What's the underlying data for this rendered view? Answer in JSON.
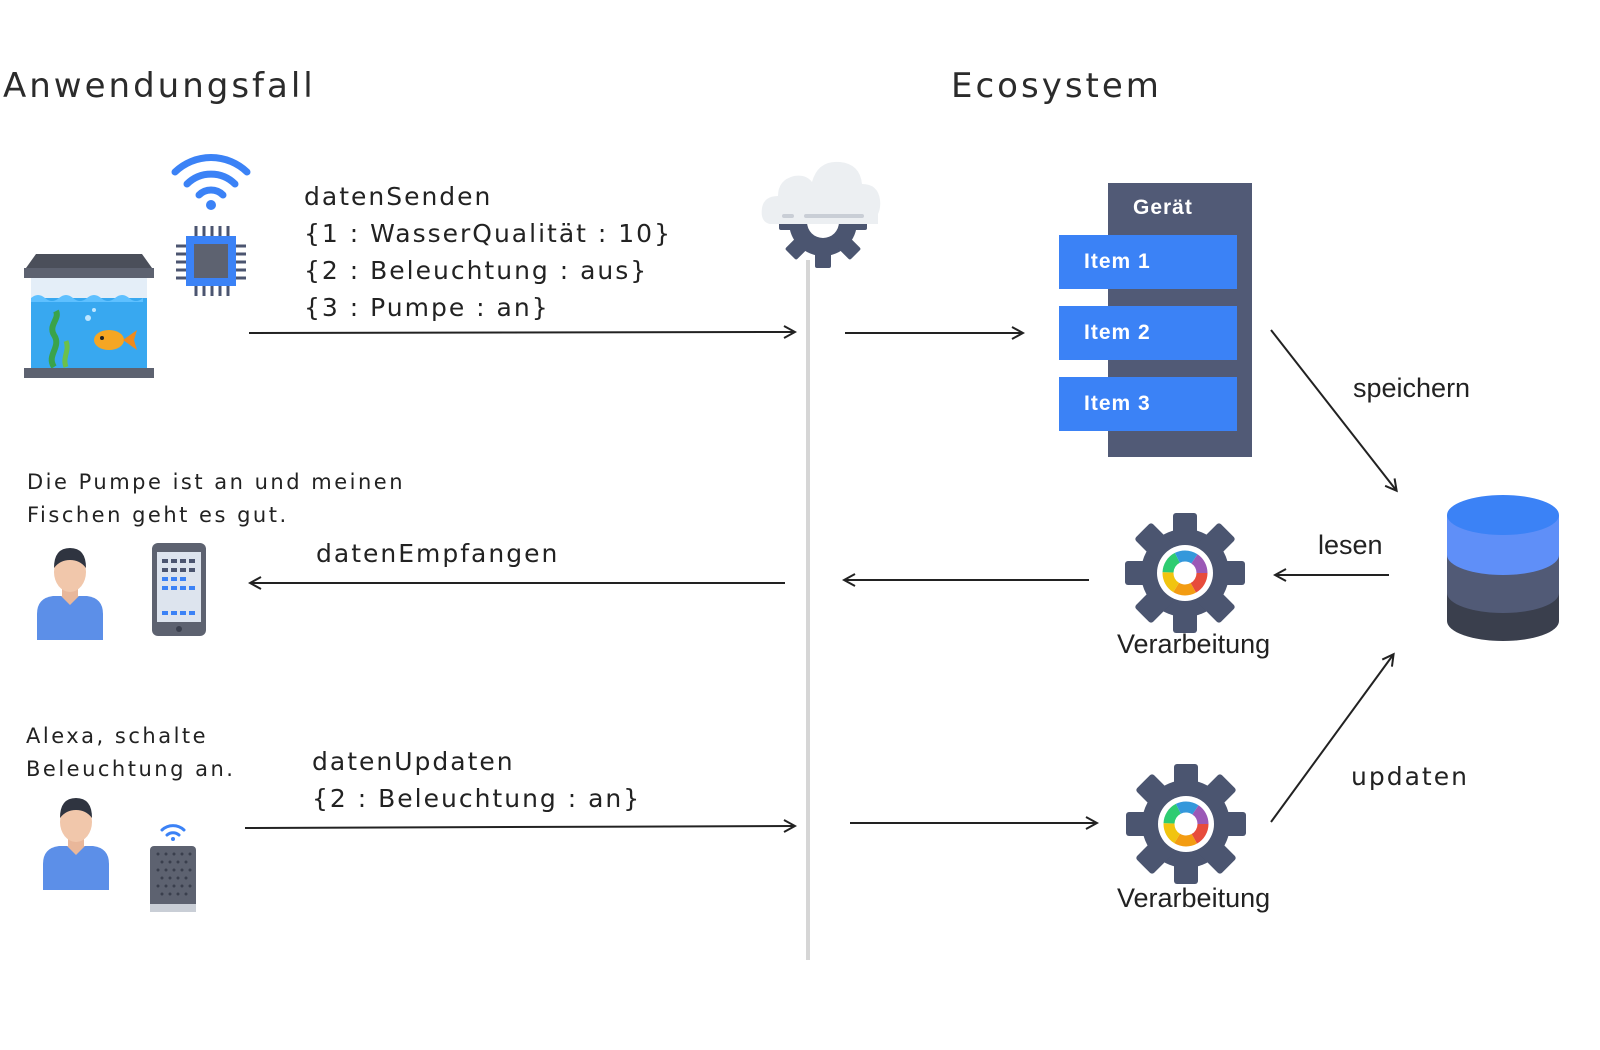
{
  "headings": {
    "left": "Anwendungsfall",
    "right": "Ecosystem"
  },
  "flows": {
    "send": {
      "name": "datenSenden",
      "lines": [
        "{1 : WasserQualität : 10}",
        "{2 : Beleuchtung : aus}",
        "{3 : Pumpe : an}"
      ]
    },
    "receive": {
      "name": "datenEmpfangen"
    },
    "update": {
      "name": "datenUpdaten",
      "lines": [
        "{2 : Beleuchtung : an}"
      ]
    }
  },
  "quotes": {
    "pump": [
      "Die Pumpe ist an und meinen",
      "Fischen geht es gut."
    ],
    "alexa": [
      "Alexa, schalte",
      "Beleuchtung an."
    ]
  },
  "device": {
    "title": "Gerät",
    "items": [
      "Item 1",
      "Item 2",
      "Item 3"
    ]
  },
  "actions": {
    "store": "speichern",
    "read": "lesen",
    "update": "updaten"
  },
  "processing": {
    "label_1": "Verarbeitung",
    "label_2": "Verarbeitung"
  },
  "icons": [
    "aquarium-icon",
    "wifi-icon",
    "chip-icon",
    "cloud-gear-icon",
    "person-icon",
    "smartphone-icon",
    "smart-speaker-icon",
    "gear-icon",
    "database-icon"
  ],
  "colors": {
    "item_blue": "#3b82f6",
    "panel_slate": "#515a76",
    "gear_dark": "#4b5570",
    "db_top": "#3b82f6"
  }
}
